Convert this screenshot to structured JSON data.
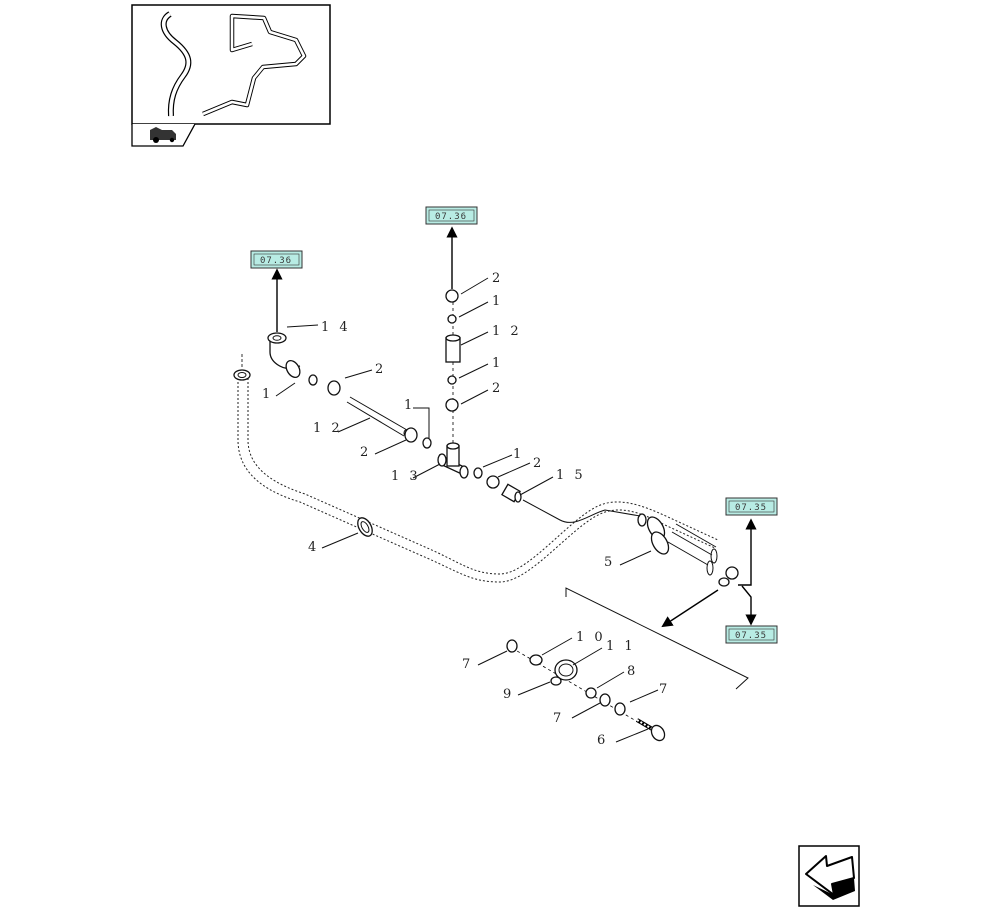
{
  "diagram": {
    "part_labels": [
      {
        "id": "p14a",
        "text": "1 4"
      },
      {
        "id": "p1a",
        "text": "1"
      },
      {
        "id": "p2a",
        "text": "2"
      },
      {
        "id": "p12a",
        "text": "1 2"
      },
      {
        "id": "p1b",
        "text": "1"
      },
      {
        "id": "p2b",
        "text": "2"
      },
      {
        "id": "p13",
        "text": "1 3"
      },
      {
        "id": "p1c",
        "text": "1"
      },
      {
        "id": "p2c",
        "text": "2"
      },
      {
        "id": "p15",
        "text": "1 5"
      },
      {
        "id": "p2d",
        "text": "2"
      },
      {
        "id": "p1d",
        "text": "1"
      },
      {
        "id": "p12b",
        "text": "1 2"
      },
      {
        "id": "p1e",
        "text": "1"
      },
      {
        "id": "p2e",
        "text": "2"
      },
      {
        "id": "p4",
        "text": "4"
      },
      {
        "id": "p5",
        "text": "5"
      },
      {
        "id": "p7a",
        "text": "7"
      },
      {
        "id": "p10",
        "text": "1 0"
      },
      {
        "id": "p11",
        "text": "1 1"
      },
      {
        "id": "p9",
        "text": "9"
      },
      {
        "id": "p8",
        "text": "8"
      },
      {
        "id": "p7b",
        "text": "7"
      },
      {
        "id": "p7c",
        "text": "7"
      },
      {
        "id": "p6",
        "text": "6"
      }
    ],
    "references": [
      {
        "id": "ref-top",
        "text": "07.36"
      },
      {
        "id": "ref-left",
        "text": "07.36"
      },
      {
        "id": "ref-right-upper",
        "text": "07.35"
      },
      {
        "id": "ref-right-lower",
        "text": "07.35"
      }
    ],
    "colors": {
      "reference_fill": "#b8ece4",
      "reference_border": "#333333",
      "line": "#111111"
    },
    "icons": {
      "thumbnail": "pipe-overview-thumbnail",
      "tab": "tractor-icon",
      "nav": "back-arrow-icon"
    }
  }
}
